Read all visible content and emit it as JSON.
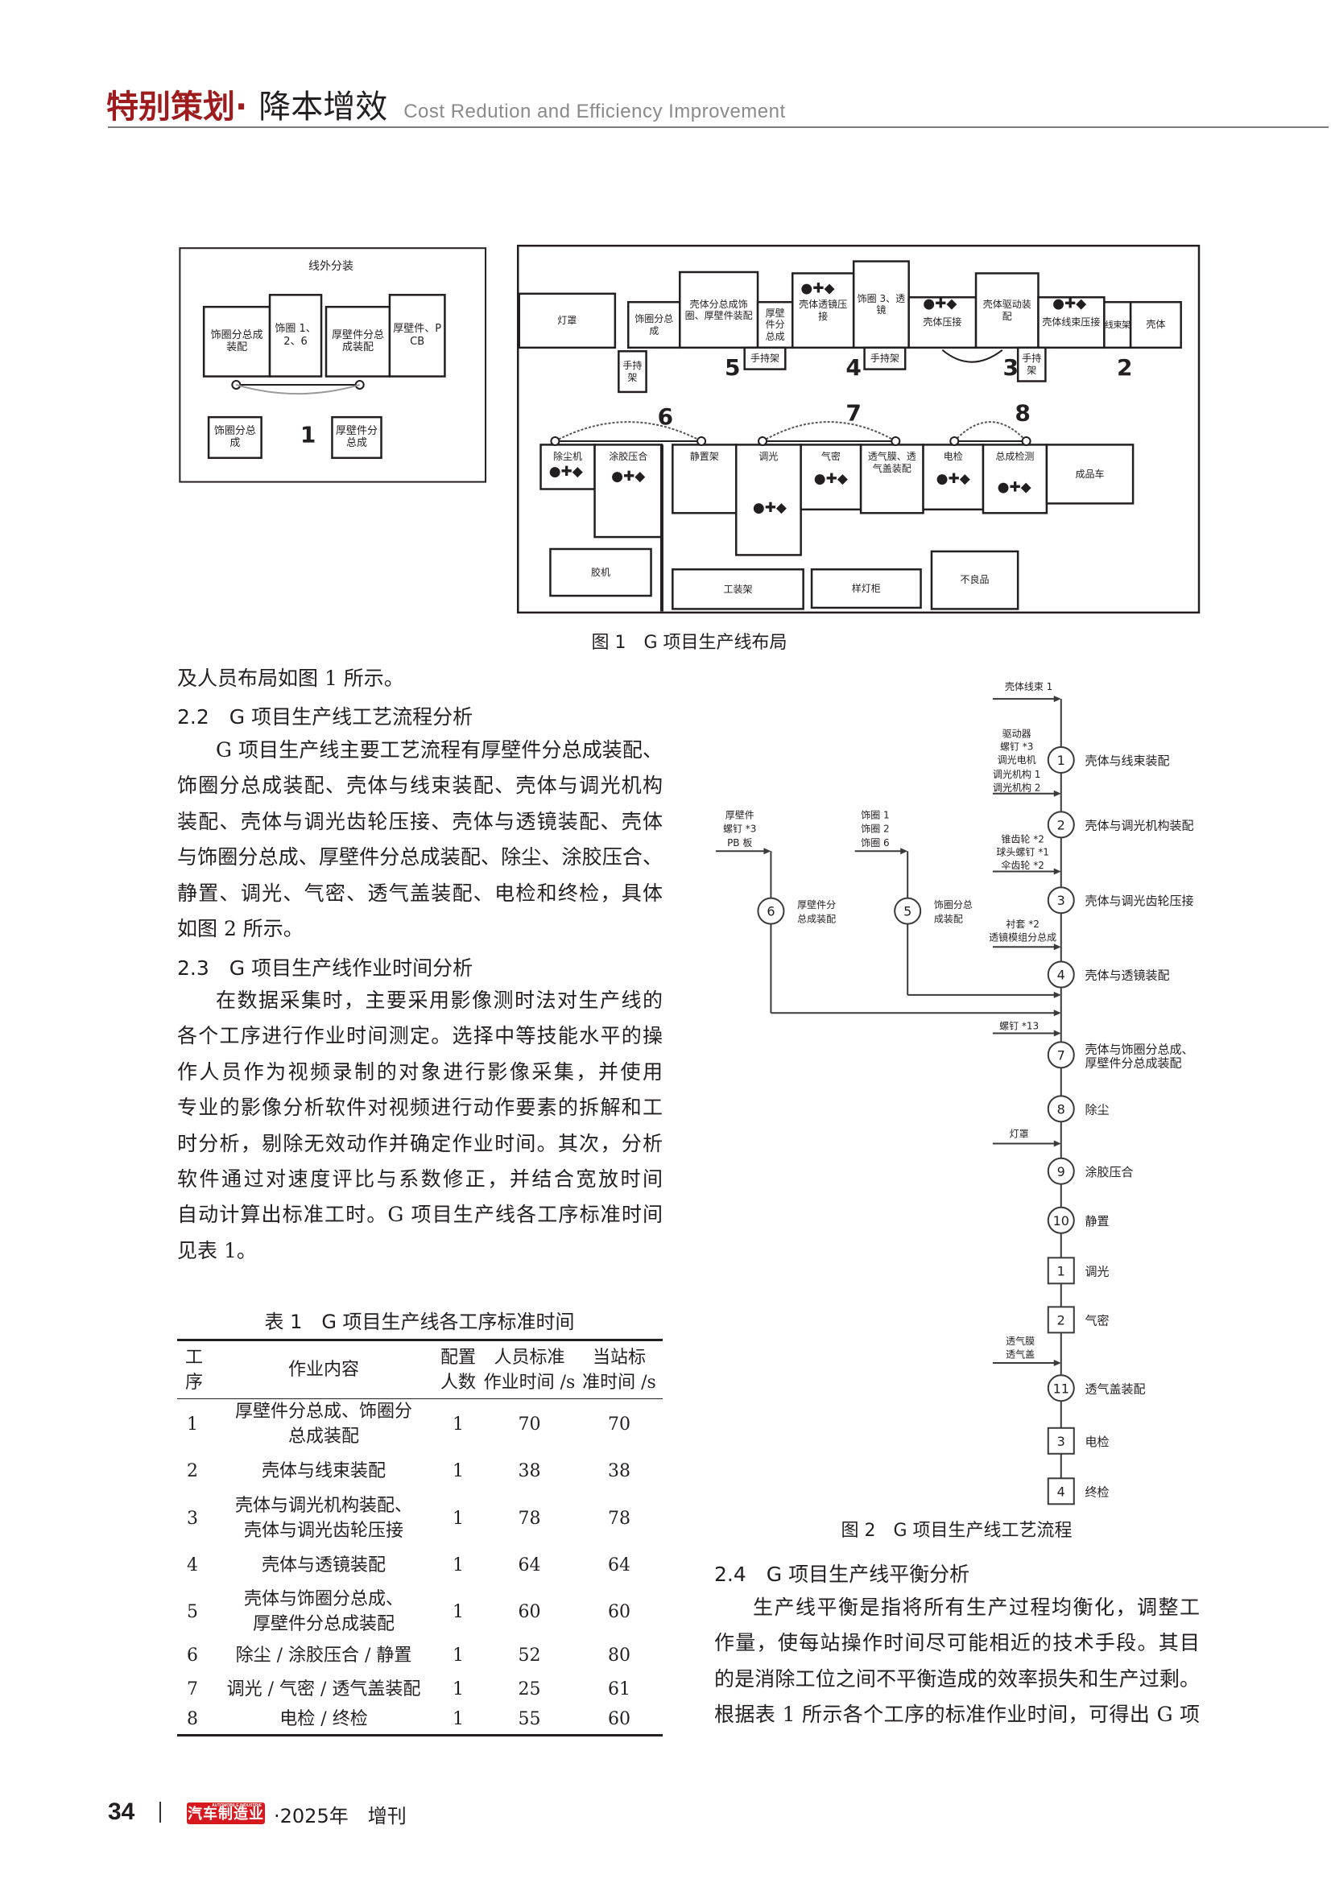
{
  "header": {
    "section": "特别策划",
    "dot": "·",
    "topic": "降本增效",
    "english": "Cost Redution and Efficiency Improvement",
    "accent_color": "#9e1b1e"
  },
  "figure1": {
    "caption": "图 1　G 项目生产线布局",
    "offline": {
      "title": "线外分装",
      "boxes": [
        "饰圈分总成装配",
        "饰圈 1、2、6",
        "厚壁件分总成装配",
        "厚壁件、PCB",
        "饰圈分总成",
        "厚壁件分总成"
      ],
      "station": "1"
    },
    "line": {
      "boxes": [
        "灯罩",
        "饰圈分总成",
        "壳体分总成饰圈、厚壁件装配",
        "厚壁件分总成",
        "壳体透镜压接",
        "饰圈 3、透镜",
        "壳体压接",
        "壳体驱动装配",
        "壳体线束压接",
        "线束架",
        "壳体",
        "手持架",
        "手持架",
        "手持架",
        "手持架",
        "除尘机",
        "涂胶压合",
        "静置架",
        "调光",
        "气密",
        "透气膜、透气盖装配",
        "电检",
        "总成检测",
        "成品车",
        "胶机",
        "工装架",
        "样灯柜",
        "不良品"
      ],
      "stations": [
        "5",
        "4",
        "3",
        "2",
        "6",
        "7",
        "8"
      ],
      "station_color": "#d7191f"
    }
  },
  "section22": {
    "lead": "及人员布局如图 1 所示。",
    "heading": "2.2　G 项目生产线工艺流程分析",
    "lines": [
      "G 项目生产线主要工艺流程有厚壁件分总成装配、",
      "饰圈分总成装配、壳体与线束装配、壳体与调光机构",
      "装配、壳体与调光齿轮压接、壳体与透镜装配、壳体",
      "与饰圈分总成、厚壁件分总成装配、除尘、涂胶压合、",
      "静置、调光、气密、透气盖装配、电检和终检，具体",
      "如图 2 所示。"
    ]
  },
  "section23": {
    "heading": "2.3　G 项目生产线作业时间分析",
    "lines": [
      "在数据采集时，主要采用影像测时法对生产线的",
      "各个工序进行作业时间测定。选择中等技能水平的操",
      "作人员作为视频录制的对象进行影像采集，并使用",
      "专业的影像分析软件对视频进行动作要素的拆解和工",
      "时分析，剔除无效动作并确定作业时间。其次，分析",
      "软件通过对速度评比与系数修正，并结合宽放时间",
      "自动计算出标准工时。G 项目生产线各工序标准时间",
      "见表 1。"
    ]
  },
  "table1": {
    "caption": "表 1　G 项目生产线各工序标准时间",
    "headers": [
      [
        "工",
        "序"
      ],
      [
        "作业内容"
      ],
      [
        "配置",
        "人数"
      ],
      [
        "人员标准",
        "作业时间 /s"
      ],
      [
        "当站标",
        "准时间 /s"
      ]
    ],
    "rows": [
      {
        "no": "1",
        "content": [
          "厚壁件分总成、饰圈分",
          "总成装配"
        ],
        "staff": "1",
        "op_time": "70",
        "station_time": "70"
      },
      {
        "no": "2",
        "content": [
          "壳体与线束装配"
        ],
        "staff": "1",
        "op_time": "38",
        "station_time": "38"
      },
      {
        "no": "3",
        "content": [
          "壳体与调光机构装配、",
          "壳体与调光齿轮压接"
        ],
        "staff": "1",
        "op_time": "78",
        "station_time": "78"
      },
      {
        "no": "4",
        "content": [
          "壳体与透镜装配"
        ],
        "staff": "1",
        "op_time": "64",
        "station_time": "64"
      },
      {
        "no": "5",
        "content": [
          "壳体与饰圈分总成、",
          "厚壁件分总成装配"
        ],
        "staff": "1",
        "op_time": "60",
        "station_time": "60"
      },
      {
        "no": "6",
        "content": [
          "除尘 / 涂胶压合 / 静置"
        ],
        "staff": "1",
        "op_time": "52",
        "station_time": "80"
      },
      {
        "no": "7",
        "content": [
          "调光 / 气密 / 透气盖装配"
        ],
        "staff": "1",
        "op_time": "25",
        "station_time": "61"
      },
      {
        "no": "8",
        "content": [
          "电检 / 终检"
        ],
        "staff": "1",
        "op_time": "55",
        "station_time": "60"
      }
    ]
  },
  "figure2": {
    "caption": "图 2　G 项目生产线工艺流程",
    "main_nodes": [
      {
        "id": "1",
        "shape": "circle",
        "label": [
          "壳体与线束装配"
        ]
      },
      {
        "id": "2",
        "shape": "circle",
        "label": [
          "壳体与调光机构装配"
        ]
      },
      {
        "id": "3",
        "shape": "circle",
        "label": [
          "壳体与调光齿轮压接"
        ]
      },
      {
        "id": "4",
        "shape": "circle",
        "label": [
          "壳体与透镜装配"
        ]
      },
      {
        "id": "7",
        "shape": "circle",
        "label": [
          "壳体与饰圈分总成、",
          "厚壁件分总成装配"
        ]
      },
      {
        "id": "8",
        "shape": "circle",
        "label": [
          "除尘"
        ]
      },
      {
        "id": "9",
        "shape": "circle",
        "label": [
          "涂胶压合"
        ]
      },
      {
        "id": "10",
        "shape": "circle",
        "label": [
          "静置"
        ]
      },
      {
        "id": "1",
        "shape": "square",
        "label": [
          "调光"
        ]
      },
      {
        "id": "2",
        "shape": "square",
        "label": [
          "气密"
        ]
      },
      {
        "id": "11",
        "shape": "circle",
        "label": [
          "透气盖装配"
        ]
      },
      {
        "id": "3",
        "shape": "square",
        "label": [
          "电检"
        ]
      },
      {
        "id": "4",
        "shape": "square",
        "label": [
          "终检"
        ]
      }
    ],
    "inputs": [
      [
        "壳体线束 1"
      ],
      [
        "驱动器",
        "螺钉 *3",
        "调光电机",
        "调光机构 1",
        "调光机构 2"
      ],
      [
        "锥齿轮 *2",
        "球头螺钉 *1",
        "伞齿轮 *2"
      ],
      [
        "衬套 *2",
        "透镜模组分总成"
      ],
      [
        "螺钉 *13"
      ],
      [
        "灯罩"
      ],
      [
        "透气膜",
        "透气盖"
      ]
    ],
    "branches": [
      {
        "id": "6",
        "label": [
          "厚壁件分",
          "总成装配"
        ],
        "inputs": [
          "厚壁件",
          "螺钉 *3",
          "PB 板"
        ]
      },
      {
        "id": "5",
        "label": [
          "饰圈分总",
          "成装配"
        ],
        "inputs": [
          "饰圈 1",
          "饰圈 2",
          "饰圈 6"
        ]
      }
    ]
  },
  "section24": {
    "heading": "2.4　G 项目生产线平衡分析",
    "lines": [
      "生产线平衡是指将所有生产过程均衡化，调整工",
      "作量，使每站操作时间尽可能相近的技术手段。其目",
      "的是消除工位之间不平衡造成的效率损失和生产过剩。",
      "根据表 1 所示各个工序的标准作业时间，可得出 G 项"
    ]
  },
  "footer": {
    "page": "34",
    "logo": "汽车制造业",
    "logo_en": "AUTOMOBILE INDUSTRIE",
    "issue": "·2025年　增刊",
    "logo_color": "#d7191f"
  }
}
